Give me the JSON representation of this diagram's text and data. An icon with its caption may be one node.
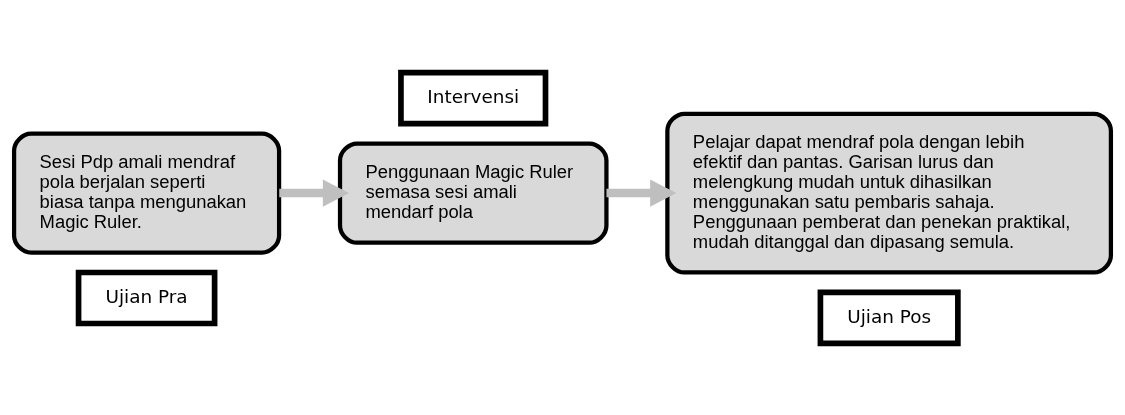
{
  "diagram": {
    "nodes": [
      {
        "text": [
          "Sesi Pdp amali mendraf pola berjalan seperti biasa tanpa mengunakan Magic Ruler."
        ]
      },
      {
        "text": [
          "Ujian Pra"
        ]
      },
      {
        "text": [
          "Intervensi"
        ]
      },
      {
        "text": [
          "Penggunaan Magic Ruler semasa sesi amali mendarf pola"
        ]
      },
      {
        "text": [
          "Pelajar dapat mendraf pola dengan lebih efektif dan pantas. Garisan lurus dan melengkung mudah untuk dihasilkan menggunakan satu pembaris sahaja. Penggunaan pemberat dan penekan praktikal, mudah ditanggal dan dipasang semula."
        ]
      },
      {
        "text": [
          "Ujian Pos"
        ]
      }
    ],
    "edges": [
      {
        "from": 0,
        "to": 3,
        "arrow": "to"
      },
      {
        "from": 3,
        "to": 4,
        "arrow": "to"
      }
    ]
  }
}
